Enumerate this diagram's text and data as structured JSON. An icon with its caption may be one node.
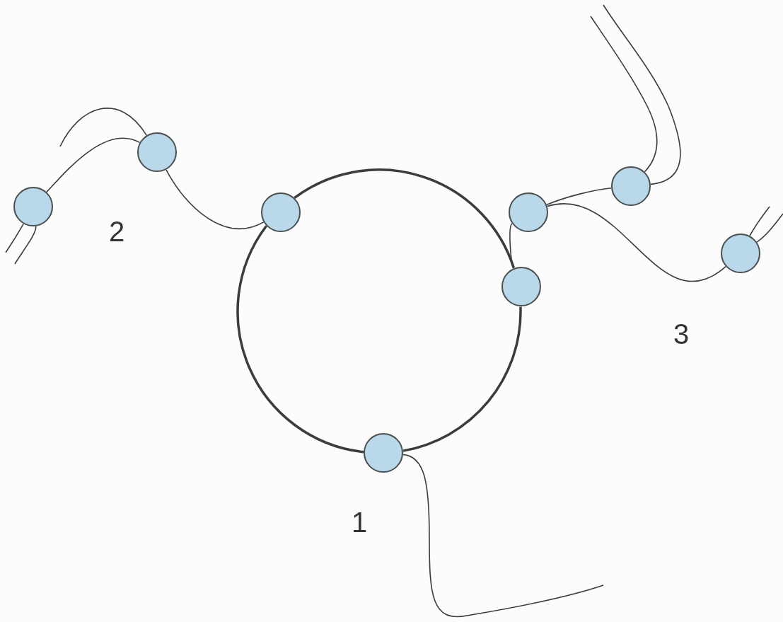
{
  "diagram": {
    "nodes": [
      {
        "text": [],
        "shape": "circle"
      },
      {
        "text": [],
        "shape": "circle"
      },
      {
        "text": [],
        "shape": "circle"
      },
      {
        "text": [],
        "shape": "circle"
      },
      {
        "text": [],
        "shape": "circle"
      },
      {
        "text": [],
        "shape": "circle"
      },
      {
        "text": [],
        "shape": "circle"
      },
      {
        "text": [],
        "shape": "circle"
      }
    ],
    "edges": [
      {
        "from": 0,
        "to": null,
        "arrow": "none"
      },
      {
        "from": 0,
        "to": null,
        "arrow": "none"
      },
      {
        "from": null,
        "to": 1,
        "arrow": "none"
      },
      {
        "from": 0,
        "to": 1,
        "arrow": "none"
      },
      {
        "from": 1,
        "to": 2,
        "arrow": "none"
      },
      {
        "from": 2,
        "to": 6,
        "arrow": "none",
        "style": "thick"
      },
      {
        "from": 6,
        "to": 7,
        "arrow": "none",
        "style": "thick"
      },
      {
        "from": 7,
        "to": 2,
        "arrow": "none",
        "style": "thick"
      },
      {
        "from": 3,
        "to": 6,
        "arrow": "none"
      },
      {
        "from": 3,
        "to": 4,
        "arrow": "none"
      },
      {
        "from": 3,
        "to": 5,
        "arrow": "none"
      },
      {
        "from": 4,
        "to": null,
        "arrow": "none"
      },
      {
        "from": 4,
        "to": null,
        "arrow": "none"
      },
      {
        "from": 5,
        "to": null,
        "arrow": "none"
      },
      {
        "from": 5,
        "to": null,
        "arrow": "none"
      },
      {
        "from": 7,
        "to": null,
        "arrow": "none"
      }
    ],
    "labels": [
      "2",
      "3",
      "1"
    ]
  }
}
